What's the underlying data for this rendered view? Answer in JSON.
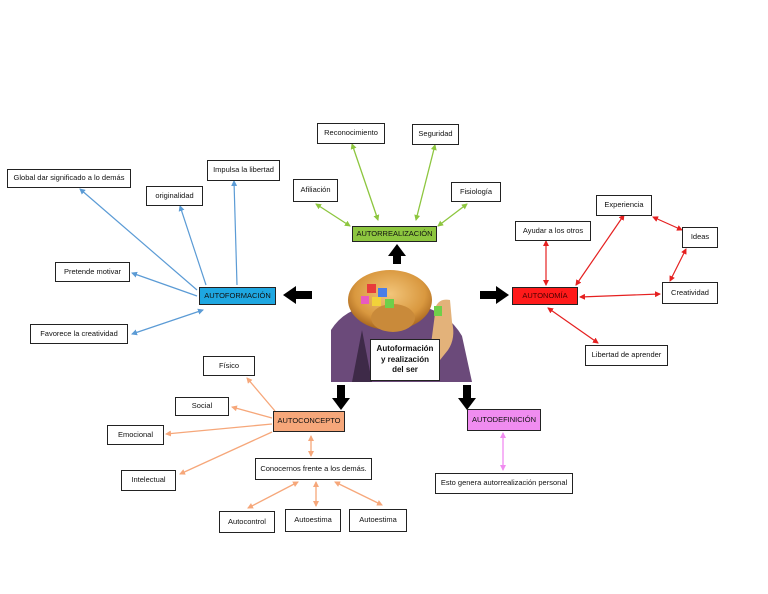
{
  "center": {
    "label": "Autoformación\ny realización\ndel ser"
  },
  "hubs": {
    "autorrealizacion": {
      "label": "AUTORREALIZACIÓN",
      "color": "#8dc63f"
    },
    "autoformacion": {
      "label": "AUTOFORMACIÓN",
      "color": "#1ea7e1"
    },
    "autonomia": {
      "label": "AUTONOMÍA",
      "color": "#ff1a1a"
    },
    "autoconcepto": {
      "label": "AUTOCONCEPTO",
      "color": "#f6a77a"
    },
    "autodefinicion": {
      "label": "AUTODEFINICIÓN",
      "color": "#f08cf0"
    }
  },
  "autorrealizacion_items": {
    "reconocimiento": "Reconocimiento",
    "seguridad": "Seguridad",
    "afiliacion": "Afiliación",
    "fisiologia": "Fisiología"
  },
  "autoformacion_items": {
    "global": "Global dar significado a lo demás",
    "originalidad": "originalidad",
    "libertad": "Impulsa la libertad",
    "motivar": "Pretende motivar",
    "creatividad": "Favorece la creatividad"
  },
  "autonomia_items": {
    "ayudar": "Ayudar a los otros",
    "experiencia": "Experiencia",
    "ideas": "Ideas",
    "creatividad": "Creatividad",
    "aprender": "Libertad de aprender"
  },
  "autoconcepto_items": {
    "fisico": "Físico",
    "social": "Social",
    "emocional": "Emocional",
    "intelectual": "Intelectual",
    "conocernos": "Conocernos frente a los demás.",
    "autocontrol": "Autocontrol",
    "autoestima1": "Autoestima",
    "autoestima2": "Autoestima"
  },
  "autodefinicion_items": {
    "genera": "Esto genera autorrealización personal"
  }
}
